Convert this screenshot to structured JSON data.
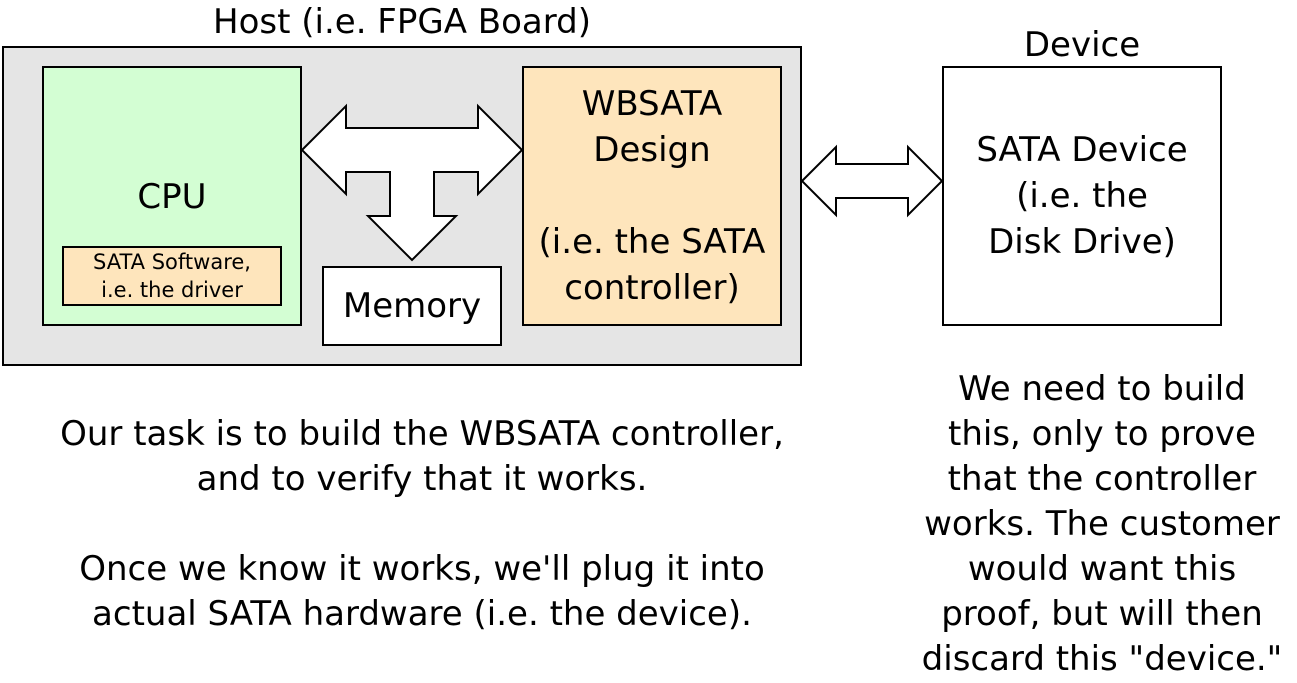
{
  "colors": {
    "host_fill": "#e5e5e5",
    "cpu_fill": "#d3fed3",
    "wbsata_fill": "#fee5bc",
    "driver_fill": "#fee5bc",
    "border": "#000000",
    "box_fill_white": "#ffffff"
  },
  "host": {
    "title": "Host (i.e. FPGA Board)",
    "cpu": {
      "label": "CPU",
      "driver_label": "SATA Software,\ni.e. the driver"
    },
    "memory": {
      "label": "Memory"
    },
    "wbsata": {
      "label": "WBSATA\nDesign\n\n(i.e. the SATA\ncontroller)"
    }
  },
  "device": {
    "title": "Device",
    "label": "SATA Device\n(i.e. the\nDisk Drive)"
  },
  "notes": {
    "task": "Our task is to build the WBSATA controller,\nand to verify that it works.\n\nOnce we know it works, we'll plug it into\nactual SATA hardware (i.e. the device).",
    "device_note": "We need to build\nthis, only to prove\nthat the controller\nworks.  The customer\nwould want this\nproof, but will then\ndiscard this \"device.\""
  },
  "arrows": [
    {
      "name": "cpu-wbsata-memory-arrow",
      "connects": [
        "CPU",
        "WBSATA Design",
        "Memory"
      ]
    },
    {
      "name": "host-device-arrow",
      "connects": [
        "Host (i.e. FPGA Board)",
        "Device"
      ]
    }
  ]
}
